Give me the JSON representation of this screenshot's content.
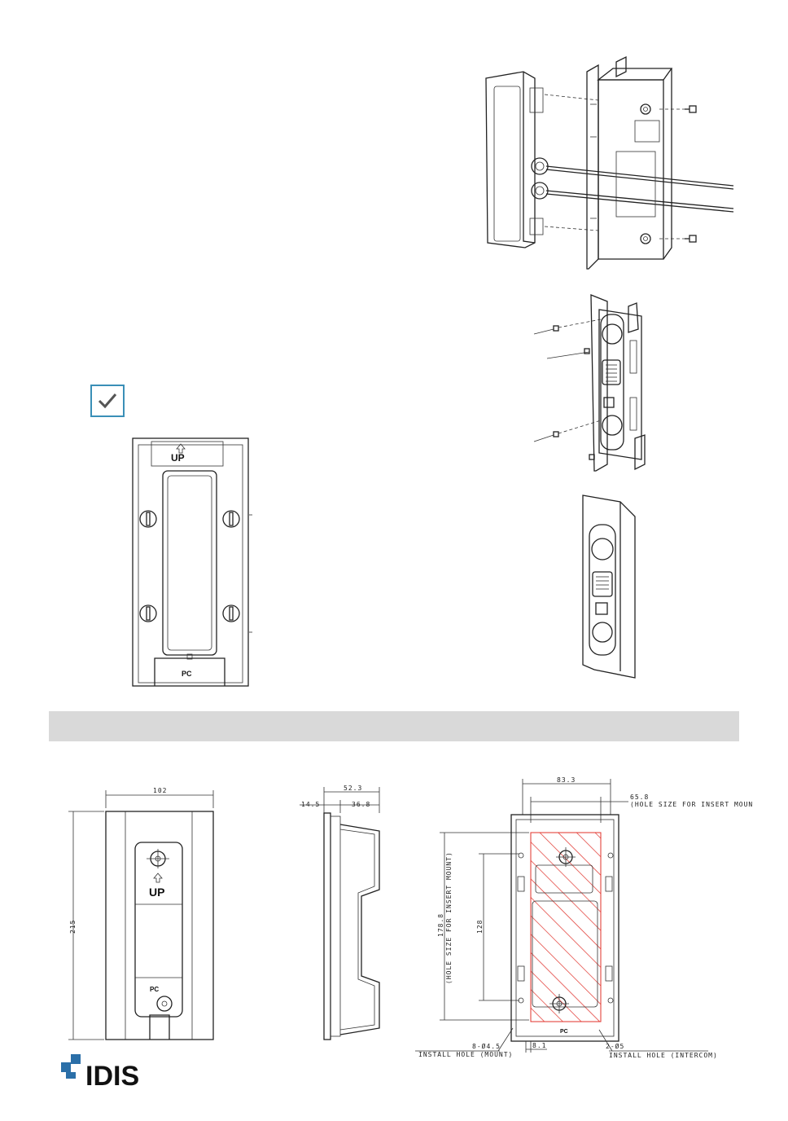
{
  "labels": {
    "up": "UP",
    "pc": "PC",
    "brand": "IDIS"
  },
  "dimensions": {
    "front_width": "102",
    "front_height": "215",
    "side_total": "52.3",
    "side_part_a": "14.5",
    "side_part_b": "36.8",
    "back_width": "83.3",
    "back_hole_width": "65.8",
    "back_hole_width_note": "(HOLE SIZE FOR INSERT MOUNT)",
    "back_hole_height": "178.8",
    "back_hole_height_note": "(HOLE SIZE FOR INSERT MOUNT)",
    "back_inner_height": "128",
    "install_hole_mount": "8-Ø4.5",
    "install_hole_mount_label": "INSTALL HOLE (MOUNT)",
    "install_hole_intercom": "2-Ø5",
    "install_hole_intercom_label": "INSTALL HOLE (INTERCOM)",
    "bottom_offset": "8.1"
  },
  "colors": {
    "note_border": "#3a8fb7",
    "section_bar": "#d9d9d9",
    "hatch": "#e0302a",
    "logo_accent": "#2b6fa8"
  }
}
